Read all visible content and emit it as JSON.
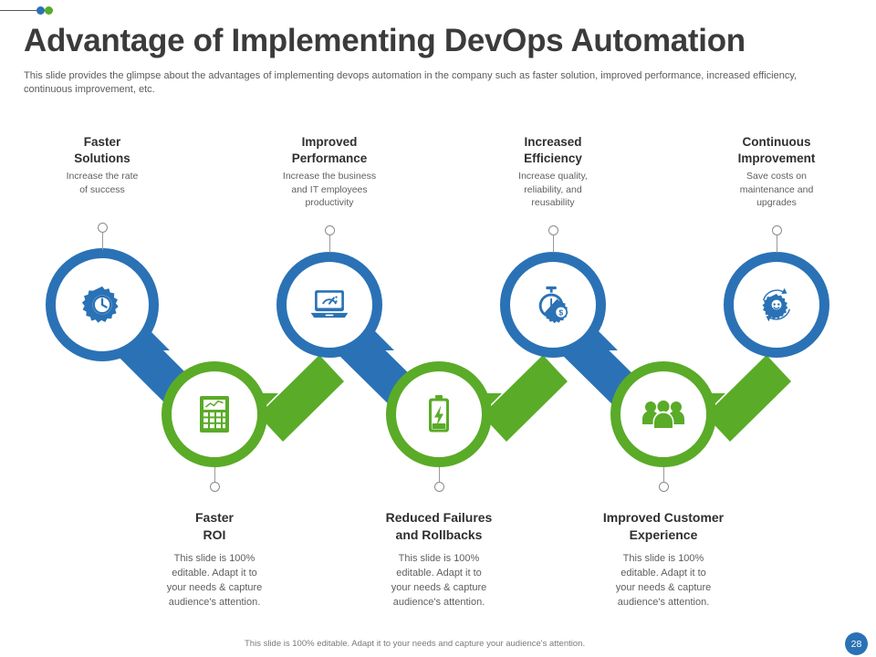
{
  "deco": {
    "blue_dot_color": "#2a72b5",
    "green_dot_color": "#5aab28"
  },
  "header": {
    "title": "Advantage of Implementing DevOps Automation",
    "subtitle": "This slide provides the glimpse about the advantages of implementing devops automation in the company such as faster solution, improved performance, increased efficiency,  continuous improvement, etc."
  },
  "theme": {
    "blue": "#2a72b5",
    "green": "#5aab28",
    "heading": "#2f2f2f",
    "body": "#5f5f5f"
  },
  "top_nodes": [
    {
      "id": "faster-solutions",
      "icon": "gear-clock-icon",
      "color": "#2a72b5",
      "heading_line1": "Faster",
      "heading_line2": "Solutions",
      "body": "Increase the rate\nof success"
    },
    {
      "id": "improved-performance",
      "icon": "laptop-gauge-icon",
      "color": "#2a72b5",
      "heading_line1": "Improved",
      "heading_line2": "Performance",
      "body": "Increase the business\nand IT  employees\nproductivity"
    },
    {
      "id": "increased-efficiency",
      "icon": "stopwatch-dollar-icon",
      "color": "#2a72b5",
      "heading_line1": "Increased",
      "heading_line2": "Efficiency",
      "body": "Increase quality,\nreliability, and\nreusability"
    },
    {
      "id": "continuous-improvement",
      "icon": "gear-refresh-icon",
      "color": "#2a72b5",
      "heading_line1": "Continuous",
      "heading_line2": "Improvement",
      "body": "Save costs on\nmaintenance and\nupgrades"
    }
  ],
  "bottom_nodes": [
    {
      "id": "faster-roi",
      "icon": "calculator-icon",
      "color": "#5aab28",
      "heading_line1": "Faster",
      "heading_line2": "ROI",
      "body": "This slide is 100%\neditable. Adapt it to\nyour needs & capture\naudience's attention."
    },
    {
      "id": "reduced-failures",
      "icon": "battery-bolt-icon",
      "color": "#5aab28",
      "heading_line1": "Reduced Failures",
      "heading_line2": "and Rollbacks",
      "body": "This slide is 100%\neditable. Adapt it to\nyour needs & capture\naudience's attention."
    },
    {
      "id": "improved-customer-experience",
      "icon": "people-group-icon",
      "color": "#5aab28",
      "heading_line1": "Improved Customer",
      "heading_line2": "Experience",
      "body": "This slide is 100%\neditable. Adapt it to\nyour needs & capture\naudience's attention."
    }
  ],
  "footer": {
    "note": "This slide is 100% editable. Adapt it to your needs and capture your audience's attention.",
    "page_number": "28"
  }
}
